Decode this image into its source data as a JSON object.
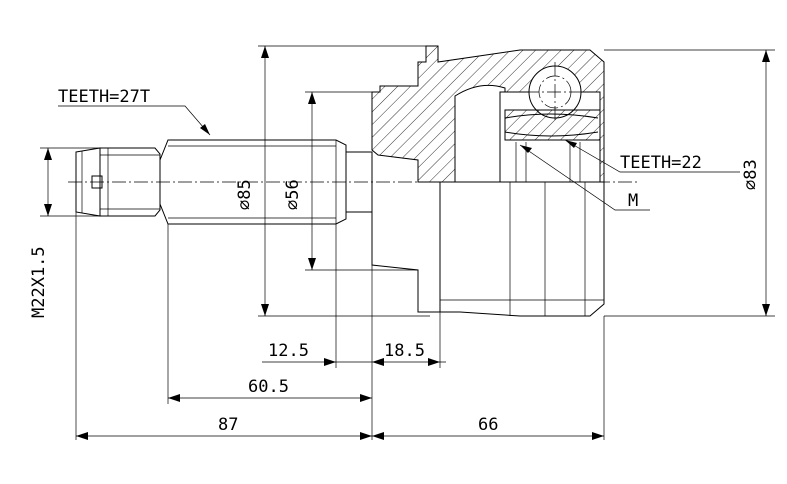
{
  "labels": {
    "spline_outer": "TEETH=27T",
    "spline_inner": "TEETH=22",
    "thread": "M22X1.5",
    "dia_85": "⌀85",
    "dia_56": "⌀56",
    "dia_83": "⌀83",
    "marker_m": "M",
    "dim_12_5": "12.5",
    "dim_18_5": "18.5",
    "dim_60_5": "60.5",
    "dim_87": "87",
    "dim_66": "66"
  }
}
